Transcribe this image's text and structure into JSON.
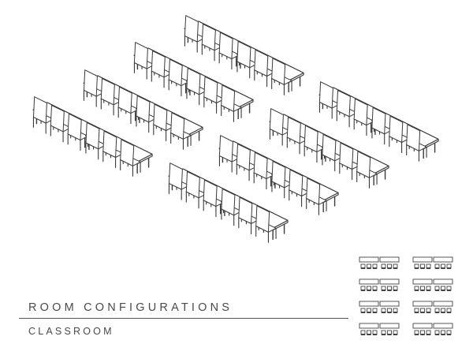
{
  "title": "ROOM CONFIGURATIONS",
  "subtitle": "CLASSROOM",
  "layout": {
    "style": "classroom",
    "blocks": 2,
    "rows_per_block": 4,
    "tables_per_row": 2,
    "chairs_per_table": 3,
    "legend_columns": 2,
    "legend_rows": 4
  }
}
